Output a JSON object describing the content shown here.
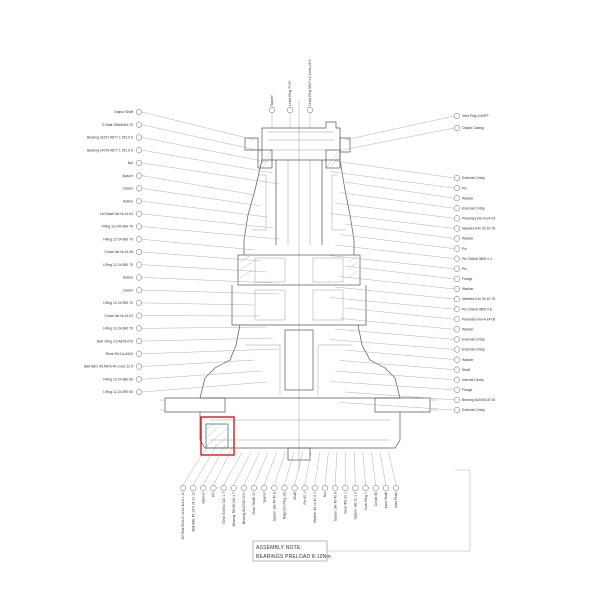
{
  "colors": {
    "line": "#555555",
    "leader": "#9a9a9a",
    "highlight": "#e0141b",
    "text": "#333333"
  },
  "top_labels": [
    "Spacer",
    "Lined Ring 70.5*",
    "Lined Ring M60*1.5 Lines 16.9"
  ],
  "left_labels": [
    "Output Shaft",
    "O-Seal 288x4084-70",
    "Bearing 32227 A877.1 251 6 6",
    "Bearing 14079 A877.1 251 6 6",
    "Nut",
    "Spacer",
    "Carrier",
    "Button",
    "Ltd Wash.Ne+A.x4-04",
    "I-Ring 12-240 890 70",
    "I-Ring 12-24 890 70",
    "Crown.Ne+A.x4-06",
    "I-Ring 12-24 890 70",
    "Button",
    "Carrier",
    "I-Ring 12-24 890 70",
    "Crown.Ne+A.x4-04",
    "I-Ring 12-24 890 70",
    "Ball I-Rng 2.6 A878-070",
    "Rose 9N-Ca-8410",
    "Ball M8 x 45 A878-40 Lines 12.9",
    "I-Ring 12-24 890 60",
    "I-Ring 12-24 890 60"
  ],
  "right_labels": [
    "Vent Plug 1/4NPT",
    "Output Casing",
    "External Circlip",
    "Pin",
    "Washer",
    "External Circlip",
    "Planetary Ne+A.x4-03",
    "Needles 04x 03 10-75",
    "Washer",
    "Pin",
    "Pin Ch8x8 0805 0 4",
    "Pin",
    "Flange",
    "Washer",
    "Needles 04x 03 10-75",
    "Pin Ch8x8 0805 0 8",
    "Planetary Ne+A.x4-06",
    "Washer",
    "External Circlip",
    "External Circlip",
    "Washer",
    "Shaft",
    "Internal Circlip",
    "Flange",
    "Bearing 6x2008 00 30",
    "External Circlip"
  ],
  "bottom_labels": [
    "Oil Seal 90x110 x12x 4x14 x 10",
    "Ball M8x 45 14 5 04 10 10",
    "Washer",
    "Pin",
    "Gear 90x50x 320 1 7",
    "Bearing 78049 240 1 7",
    "Bearing 6x2008 0000",
    "Gear 78x45 00",
    "Spacer",
    "Spacer 18x 45 40 8",
    "Magnetic Plug 1/2",
    "Shaft",
    "Pin 60 1",
    "Washer 45 1x 40 2 0",
    "Nut",
    "Spacer 18x 45 40 8",
    "Gear 45x 20 1",
    "Spacer 18x 20 1 2",
    "Lock Ring 1",
    "Circlip 45",
    "Input Shaft",
    "Input Plate"
  ],
  "note_lines": [
    "ASSEMBLY NOTE:",
    "BEARINGS PRELOAD 8-10Nm"
  ]
}
